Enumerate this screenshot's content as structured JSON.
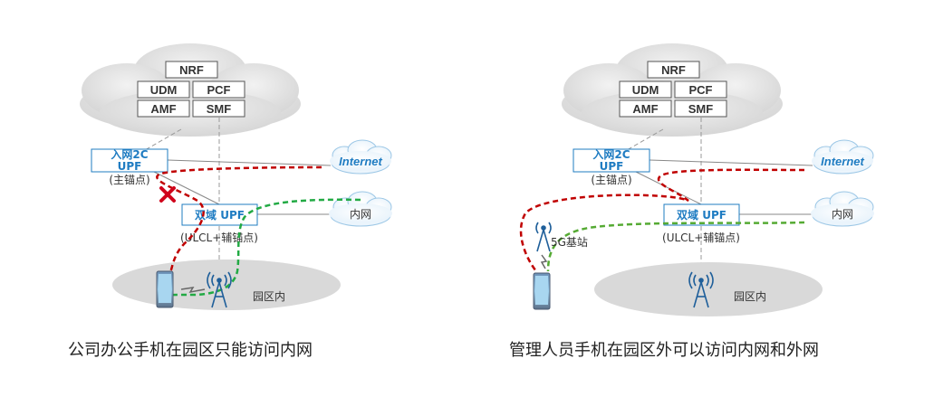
{
  "left": {
    "caption": "公司办公手机在园区只能访问内网",
    "nf": {
      "nrf": "NRF",
      "udm": "UDM",
      "pcf": "PCF",
      "amf": "AMF",
      "smf": "SMF"
    },
    "main_upf": {
      "line1": "入网2C",
      "line2": "UPF",
      "anchor": "(主锚点)"
    },
    "dual_upf": {
      "label": "双域 UPF",
      "sub": "(ULCL+辅锚点)"
    },
    "internet": "Internet",
    "intranet": "内网",
    "campus": "园区内"
  },
  "right": {
    "caption": "管理人员手机在园区外可以访问内网和外网",
    "nf": {
      "nrf": "NRF",
      "udm": "UDM",
      "pcf": "PCF",
      "amf": "AMF",
      "smf": "SMF"
    },
    "main_upf": {
      "line1": "入网2C",
      "line2": "UPF",
      "anchor": "(主锚点)"
    },
    "dual_upf": {
      "label": "双域 UPF",
      "sub": "(ULCL+辅锚点)"
    },
    "internet": "Internet",
    "intranet": "内网",
    "campus": "园区内",
    "base_station": "5G基站"
  },
  "colors": {
    "blocked_path": "#c00000",
    "intranet_path": "#22aa44",
    "blue": "#1f7cc2",
    "cloud": "#e4e4e4"
  }
}
